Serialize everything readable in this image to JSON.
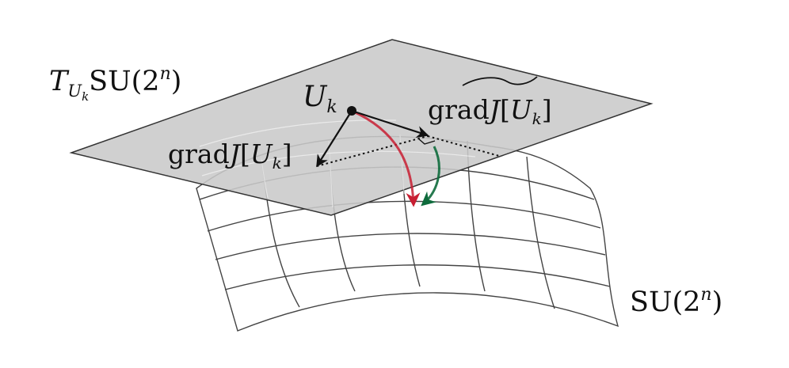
{
  "labels": {
    "tangent_space": {
      "T": "T",
      "sub_U": "U",
      "sub_k": "k",
      "group": "SU(2",
      "exp": "n",
      "close": ")"
    },
    "point": {
      "U": "U",
      "k": "k"
    },
    "riemannian_grad": {
      "prefix": "grad",
      "J": "J",
      "open": "[",
      "U": "U",
      "k": "k",
      "close": "]"
    },
    "euclidean_grad": {
      "prefix": "grad",
      "J": "J",
      "open": "[",
      "U": "U",
      "k": "k",
      "close": "]"
    },
    "manifold": {
      "group": "SU(2",
      "exp": "n",
      "close": ")"
    }
  },
  "colors": {
    "plane_fill": "#c9c9c9",
    "plane_stroke": "#333333",
    "grid_stroke": "#444444",
    "arrow_black": "#111111",
    "arrow_red": "#c81e32",
    "arrow_green": "#0e6b3c"
  }
}
